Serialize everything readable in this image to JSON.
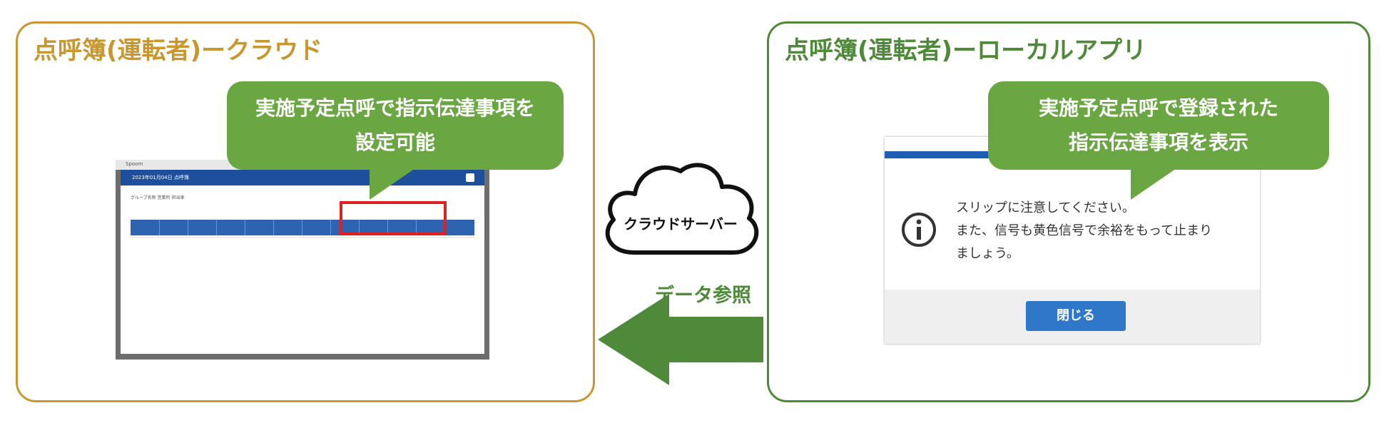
{
  "left_panel": {
    "title": "点呼簿(運転者)ークラウド",
    "callout_line1": "実施予定点呼で指示伝達事項を",
    "callout_line2": "設定可能",
    "thumbnail": {
      "app_label": "Spoom",
      "window_title": "2023年01月04日 点呼簿",
      "filters": "グループ名称            営業所                    担当車",
      "highlight_color": "#e02020"
    }
  },
  "cloud": {
    "label": "クラウドサーバー"
  },
  "arrow": {
    "label": "データ参照",
    "color": "#4e8a3a"
  },
  "right_panel": {
    "title": "点呼簿(運転者)ーローカルアプリ",
    "callout_line1": "実施予定点呼で登録された",
    "callout_line2": "指示伝達事項を表示",
    "dialog": {
      "message": "スリップに注意してください。\nまた、信号も黄色信号で余裕をもって止まり\nましょう。",
      "close_button": "閉じる",
      "icon": "info-icon"
    }
  },
  "colors": {
    "left_border": "#c9972f",
    "right_border": "#4e8a3a",
    "callout_green": "#6aa642",
    "dialog_blue": "#1d5db3"
  }
}
